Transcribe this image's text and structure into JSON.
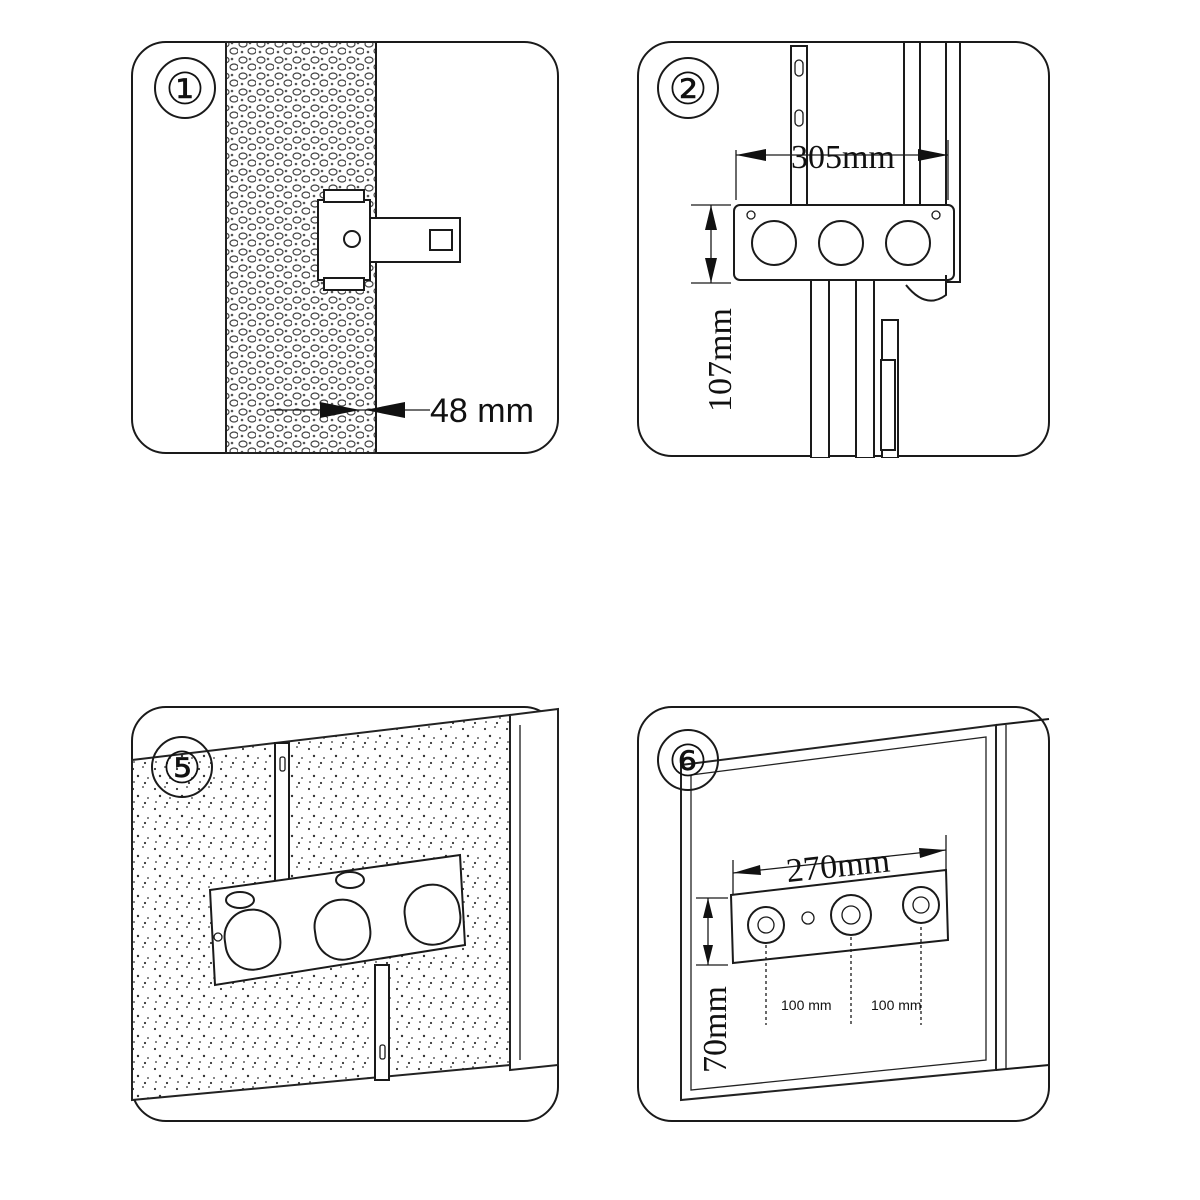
{
  "panels": [
    {
      "number": "①",
      "dimensions": {
        "depth": "48 mm"
      }
    },
    {
      "number": "②",
      "dimensions": {
        "width": "305mm",
        "height": "107mm"
      }
    },
    {
      "number": "⑤"
    },
    {
      "number": "⑥",
      "dimensions": {
        "width": "270mm",
        "height": "70mm",
        "spacing_left": "100 mm",
        "spacing_right": "100 mm"
      }
    }
  ]
}
